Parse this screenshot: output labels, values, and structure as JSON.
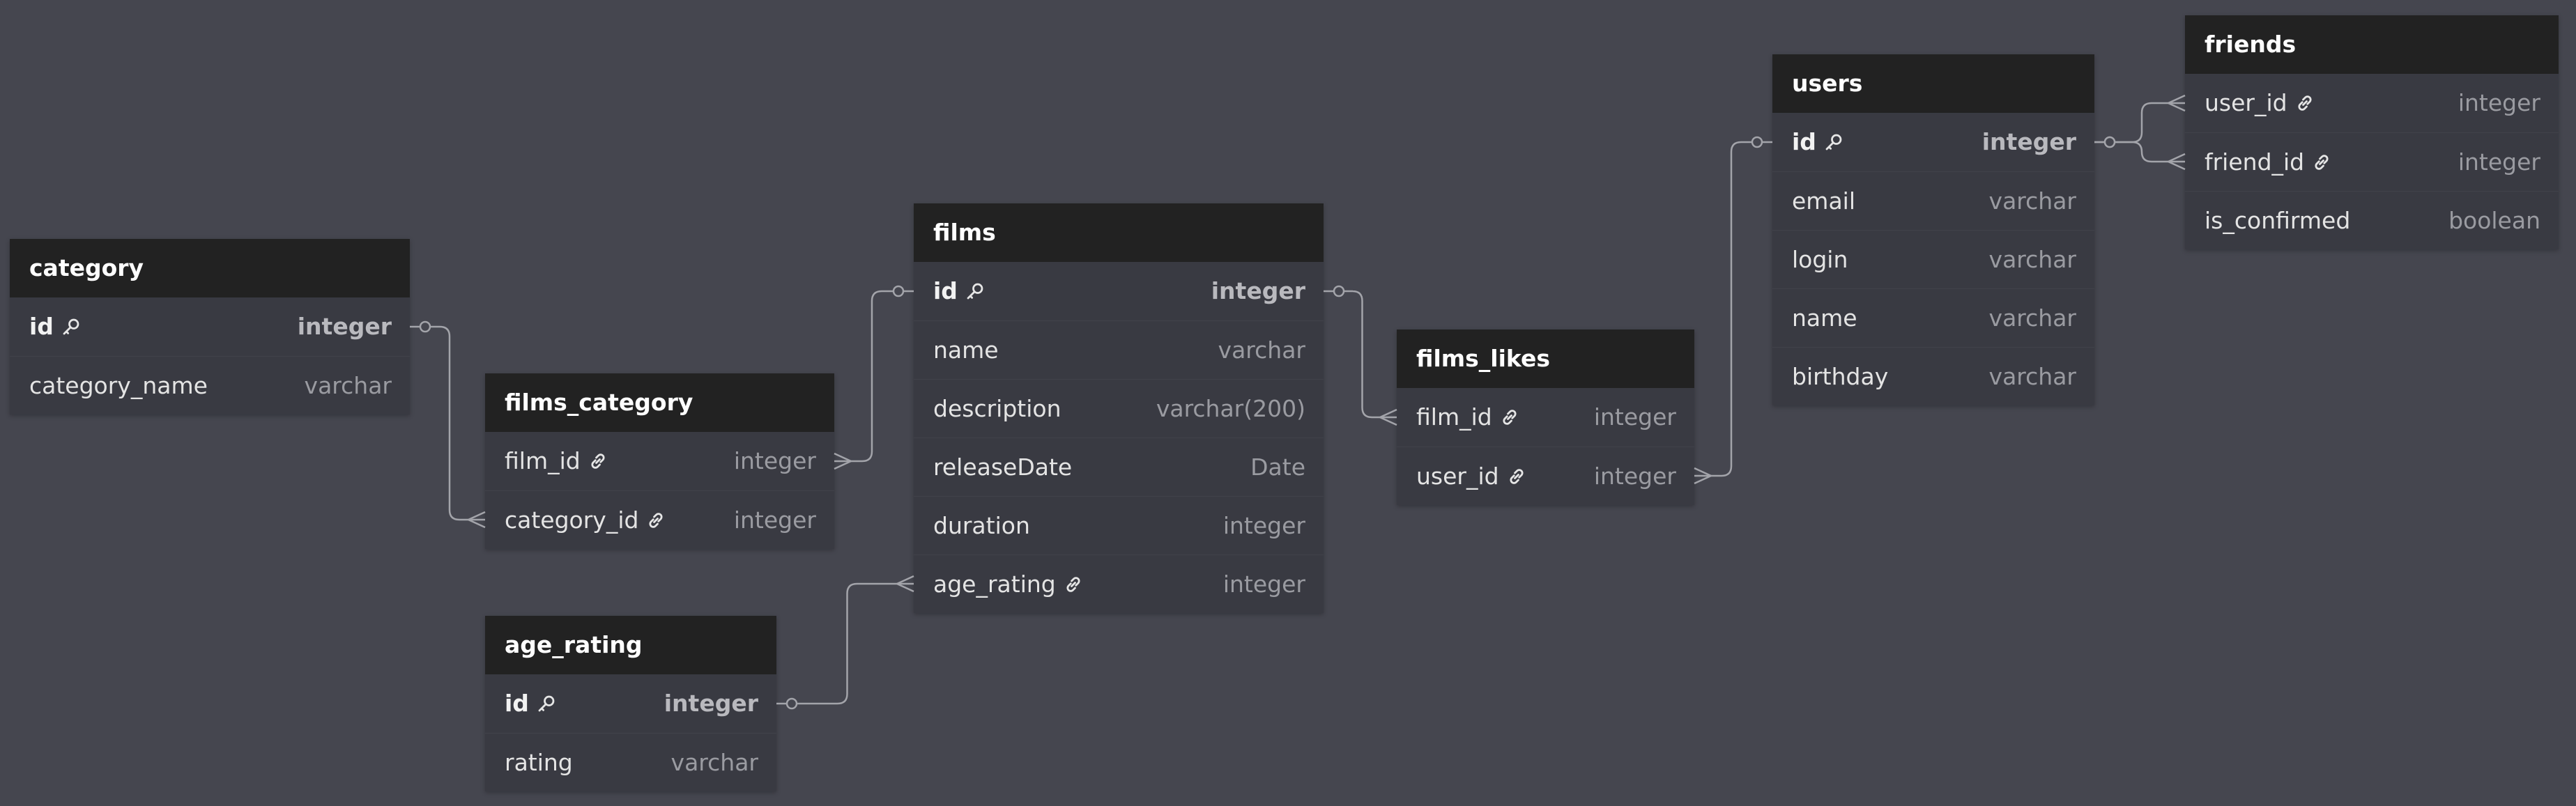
{
  "tables": [
    {
      "id": "category",
      "name": "category",
      "fields": [
        {
          "name": "id",
          "type": "integer",
          "icon": "key",
          "pk": true
        },
        {
          "name": "category_name",
          "type": "varchar"
        }
      ]
    },
    {
      "id": "films_category",
      "name": "films_category",
      "fields": [
        {
          "name": "film_id",
          "type": "integer",
          "icon": "link"
        },
        {
          "name": "category_id",
          "type": "integer",
          "icon": "link"
        }
      ]
    },
    {
      "id": "age_rating",
      "name": "age_rating",
      "fields": [
        {
          "name": "id",
          "type": "integer",
          "icon": "key",
          "pk": true
        },
        {
          "name": "rating",
          "type": "varchar"
        }
      ]
    },
    {
      "id": "films",
      "name": "films",
      "fields": [
        {
          "name": "id",
          "type": "integer",
          "icon": "key",
          "pk": true
        },
        {
          "name": "name",
          "type": "varchar"
        },
        {
          "name": "description",
          "type": "varchar(200)"
        },
        {
          "name": "releaseDate",
          "type": "Date"
        },
        {
          "name": "duration",
          "type": "integer"
        },
        {
          "name": "age_rating",
          "type": "integer",
          "icon": "link"
        }
      ]
    },
    {
      "id": "films_likes",
      "name": "films_likes",
      "fields": [
        {
          "name": "film_id",
          "type": "integer",
          "icon": "link"
        },
        {
          "name": "user_id",
          "type": "integer",
          "icon": "link"
        }
      ]
    },
    {
      "id": "users",
      "name": "users",
      "fields": [
        {
          "name": "id",
          "type": "integer",
          "icon": "key",
          "pk": true
        },
        {
          "name": "email",
          "type": "varchar"
        },
        {
          "name": "login",
          "type": "varchar"
        },
        {
          "name": "name",
          "type": "varchar"
        },
        {
          "name": "birthday",
          "type": "varchar"
        }
      ]
    },
    {
      "id": "friends",
      "name": "friends",
      "fields": [
        {
          "name": "user_id",
          "type": "integer",
          "icon": "link"
        },
        {
          "name": "friend_id",
          "type": "integer",
          "icon": "link"
        },
        {
          "name": "is_confirmed",
          "type": "boolean"
        }
      ]
    }
  ],
  "relations": [
    {
      "from": "category.id",
      "to": "films_category.category_id",
      "type": "one-to-many"
    },
    {
      "from": "films.id",
      "to": "films_category.film_id",
      "type": "one-to-many"
    },
    {
      "from": "age_rating.id",
      "to": "films.age_rating",
      "type": "one-to-many"
    },
    {
      "from": "films.id",
      "to": "films_likes.film_id",
      "type": "one-to-many"
    },
    {
      "from": "users.id",
      "to": "films_likes.user_id",
      "type": "one-to-many"
    },
    {
      "from": "users.id",
      "to": "friends.user_id",
      "type": "one-to-many"
    },
    {
      "from": "users.id",
      "to": "friends.friend_id",
      "type": "one-to-many"
    }
  ],
  "colors": {
    "canvas": "#45464f",
    "header": "#222222",
    "body": "#393a42",
    "connector": "#a3a4aa"
  }
}
